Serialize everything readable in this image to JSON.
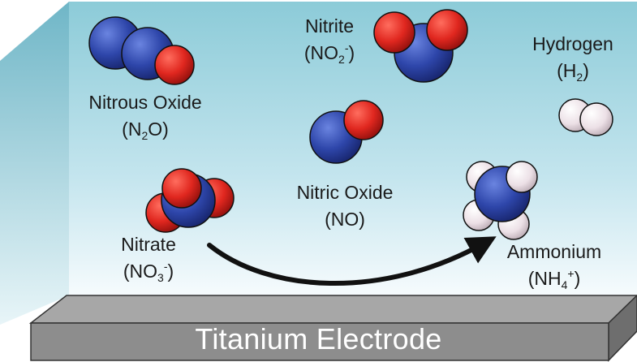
{
  "electrode": {
    "label": "Titanium Electrode"
  },
  "molecules": {
    "nitrous_oxide": {
      "name": "Nitrous Oxide",
      "f1": "(N",
      "sub": "2",
      "f2": "O)"
    },
    "nitrite": {
      "name": "Nitrite",
      "f1": "(NO",
      "sub": "2",
      "sup": "-",
      "f2": ")"
    },
    "hydrogen": {
      "name": "Hydrogen",
      "f1": "(H",
      "sub": "2",
      "f2": ")"
    },
    "nitric_oxide": {
      "name": "Nitric Oxide",
      "formula": "(NO)"
    },
    "nitrate": {
      "name": "Nitrate",
      "f1": "(NO",
      "sub": "3",
      "sup": "-",
      "f2": ")"
    },
    "ammonium": {
      "name": "Ammonium",
      "f1": "(NH",
      "sub": "4",
      "sup": "+",
      "f2": ")"
    }
  },
  "colors": {
    "nitrogen": "#2a3f9e",
    "oxygen": "#e0271f",
    "hydrogen": "#ece0e6",
    "solution_top": "#8ccbd8",
    "solution_bottom": "#f2fafc",
    "electrode": "#9b9b9b",
    "arrow": "#111111"
  }
}
